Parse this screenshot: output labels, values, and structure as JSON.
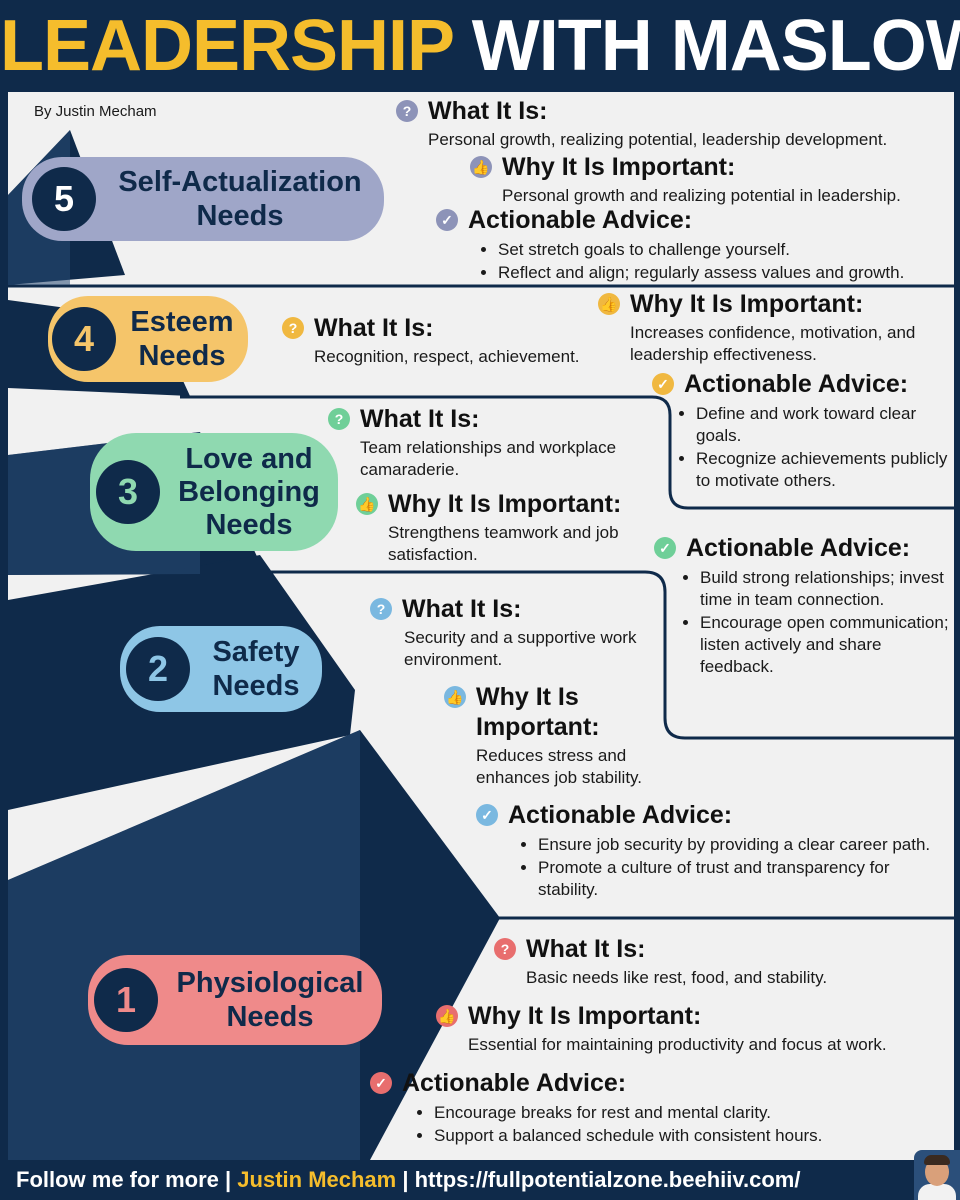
{
  "title": {
    "part1": "LEADERSHIP",
    "part2": "WITH MASLOW"
  },
  "author": "By Justin Mecham",
  "colors": {
    "navy": "#0f2a4a",
    "gold": "#f5bd2c",
    "level5": "#9fa6c8",
    "level4": "#f5c56a",
    "level3": "#8fd9b0",
    "level2": "#8ec6e6",
    "level1": "#ef8a8a"
  },
  "levels": {
    "l5": {
      "number": "5",
      "name_line1": "Self-Actualization",
      "name_line2": "Needs",
      "what_title": "What It Is:",
      "what_text": "Personal growth, realizing potential, leadership development.",
      "why_title": "Why It Is Important:",
      "why_text": "Personal growth and realizing potential in leadership.",
      "advice_title": "Actionable Advice:",
      "advice": [
        "Set stretch goals to challenge yourself.",
        "Reflect and align; regularly assess values and growth."
      ]
    },
    "l4": {
      "number": "4",
      "name_line1": "Esteem",
      "name_line2": "Needs",
      "what_title": "What It Is:",
      "what_text": "Recognition, respect, achievement.",
      "why_title": "Why It Is Important:",
      "why_text": "Increases confidence, motivation, and leadership effectiveness.",
      "advice_title": "Actionable Advice:",
      "advice": [
        "Define and work toward clear goals.",
        "Recognize achievements publicly to motivate others."
      ]
    },
    "l3": {
      "number": "3",
      "name_line1": "Love and",
      "name_line2": "Belonging",
      "name_line3": "Needs",
      "what_title": "What It Is:",
      "what_text": "Team relationships and workplace camaraderie.",
      "why_title": "Why It Is Important:",
      "why_text": "Strengthens teamwork and job satisfaction.",
      "advice_title": "Actionable Advice:",
      "advice": [
        "Build strong relationships; invest time in team connection.",
        "Encourage open communication; listen actively and share feedback."
      ]
    },
    "l2": {
      "number": "2",
      "name_line1": "Safety",
      "name_line2": "Needs",
      "what_title": "What It Is:",
      "what_text": "Security and a supportive work environment.",
      "why_title": "Why It Is Important:",
      "why_text": "Reduces stress and enhances job stability.",
      "advice_title": "Actionable Advice:",
      "advice": [
        "Ensure job security by providing a clear career path.",
        "Promote a culture of trust and transparency for stability."
      ]
    },
    "l1": {
      "number": "1",
      "name_line1": "Physiological",
      "name_line2": "Needs",
      "what_title": "What It Is:",
      "what_text": "Basic needs like rest, food, and stability.",
      "why_title": "Why It Is Important:",
      "why_text": "Essential for maintaining productivity and focus at work.",
      "advice_title": "Actionable Advice:",
      "advice": [
        "Encourage breaks for rest and mental clarity.",
        "Support a balanced schedule with consistent hours."
      ]
    }
  },
  "icons": {
    "what": "question-icon",
    "why": "thumbs-up-icon",
    "advice": "check-icon"
  },
  "footer": {
    "prefix": "Follow me for more | ",
    "name": "Justin Mecham",
    "suffix": " | https://fullpotentialzone.beehiiv.com/"
  }
}
